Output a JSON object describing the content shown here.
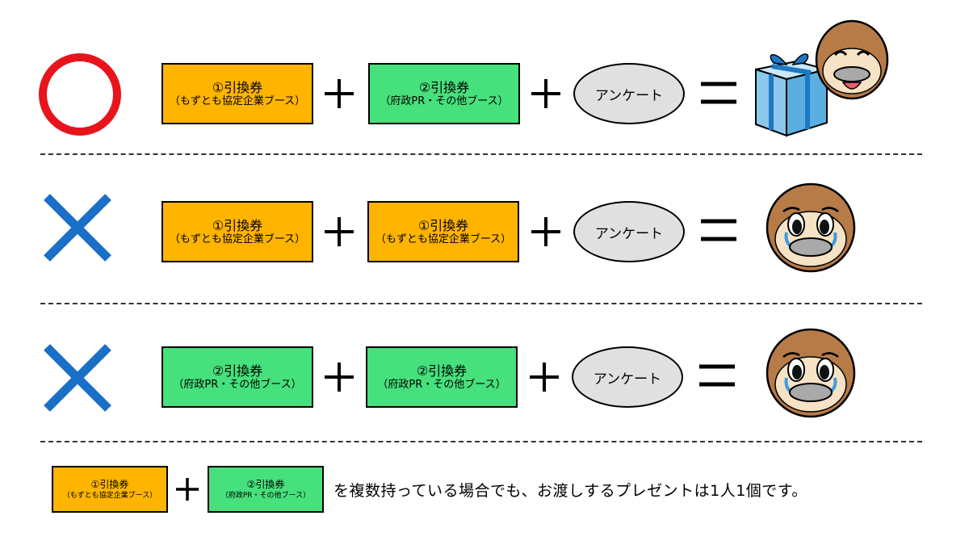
{
  "ticket1": {
    "line1": "①引換券",
    "line2": "（もずとも協定企業ブース）"
  },
  "ticket2": {
    "line1": "②引換券",
    "line2": "（府政PR・その他ブース）"
  },
  "survey_label": "アンケート",
  "rows": [
    {
      "verdict": "circle-ok",
      "left": "ticket1",
      "right": "ticket2",
      "result": "gift-and-happy-mascot"
    },
    {
      "verdict": "cross-ng",
      "left": "ticket1",
      "right": "ticket1",
      "result": "crying-mascot"
    },
    {
      "verdict": "cross-ng",
      "left": "ticket2",
      "right": "ticket2",
      "result": "crying-mascot"
    }
  ],
  "footer_note": "を複数持っている場合でも、お渡しするプレゼントは1人1個です。",
  "colors": {
    "ticket1": "#ffb400",
    "ticket2": "#46e07c",
    "survey": "#e0e0e0",
    "circle": "#e8141c",
    "cross": "#1a6fc6",
    "gift": "#8cc8ec"
  }
}
